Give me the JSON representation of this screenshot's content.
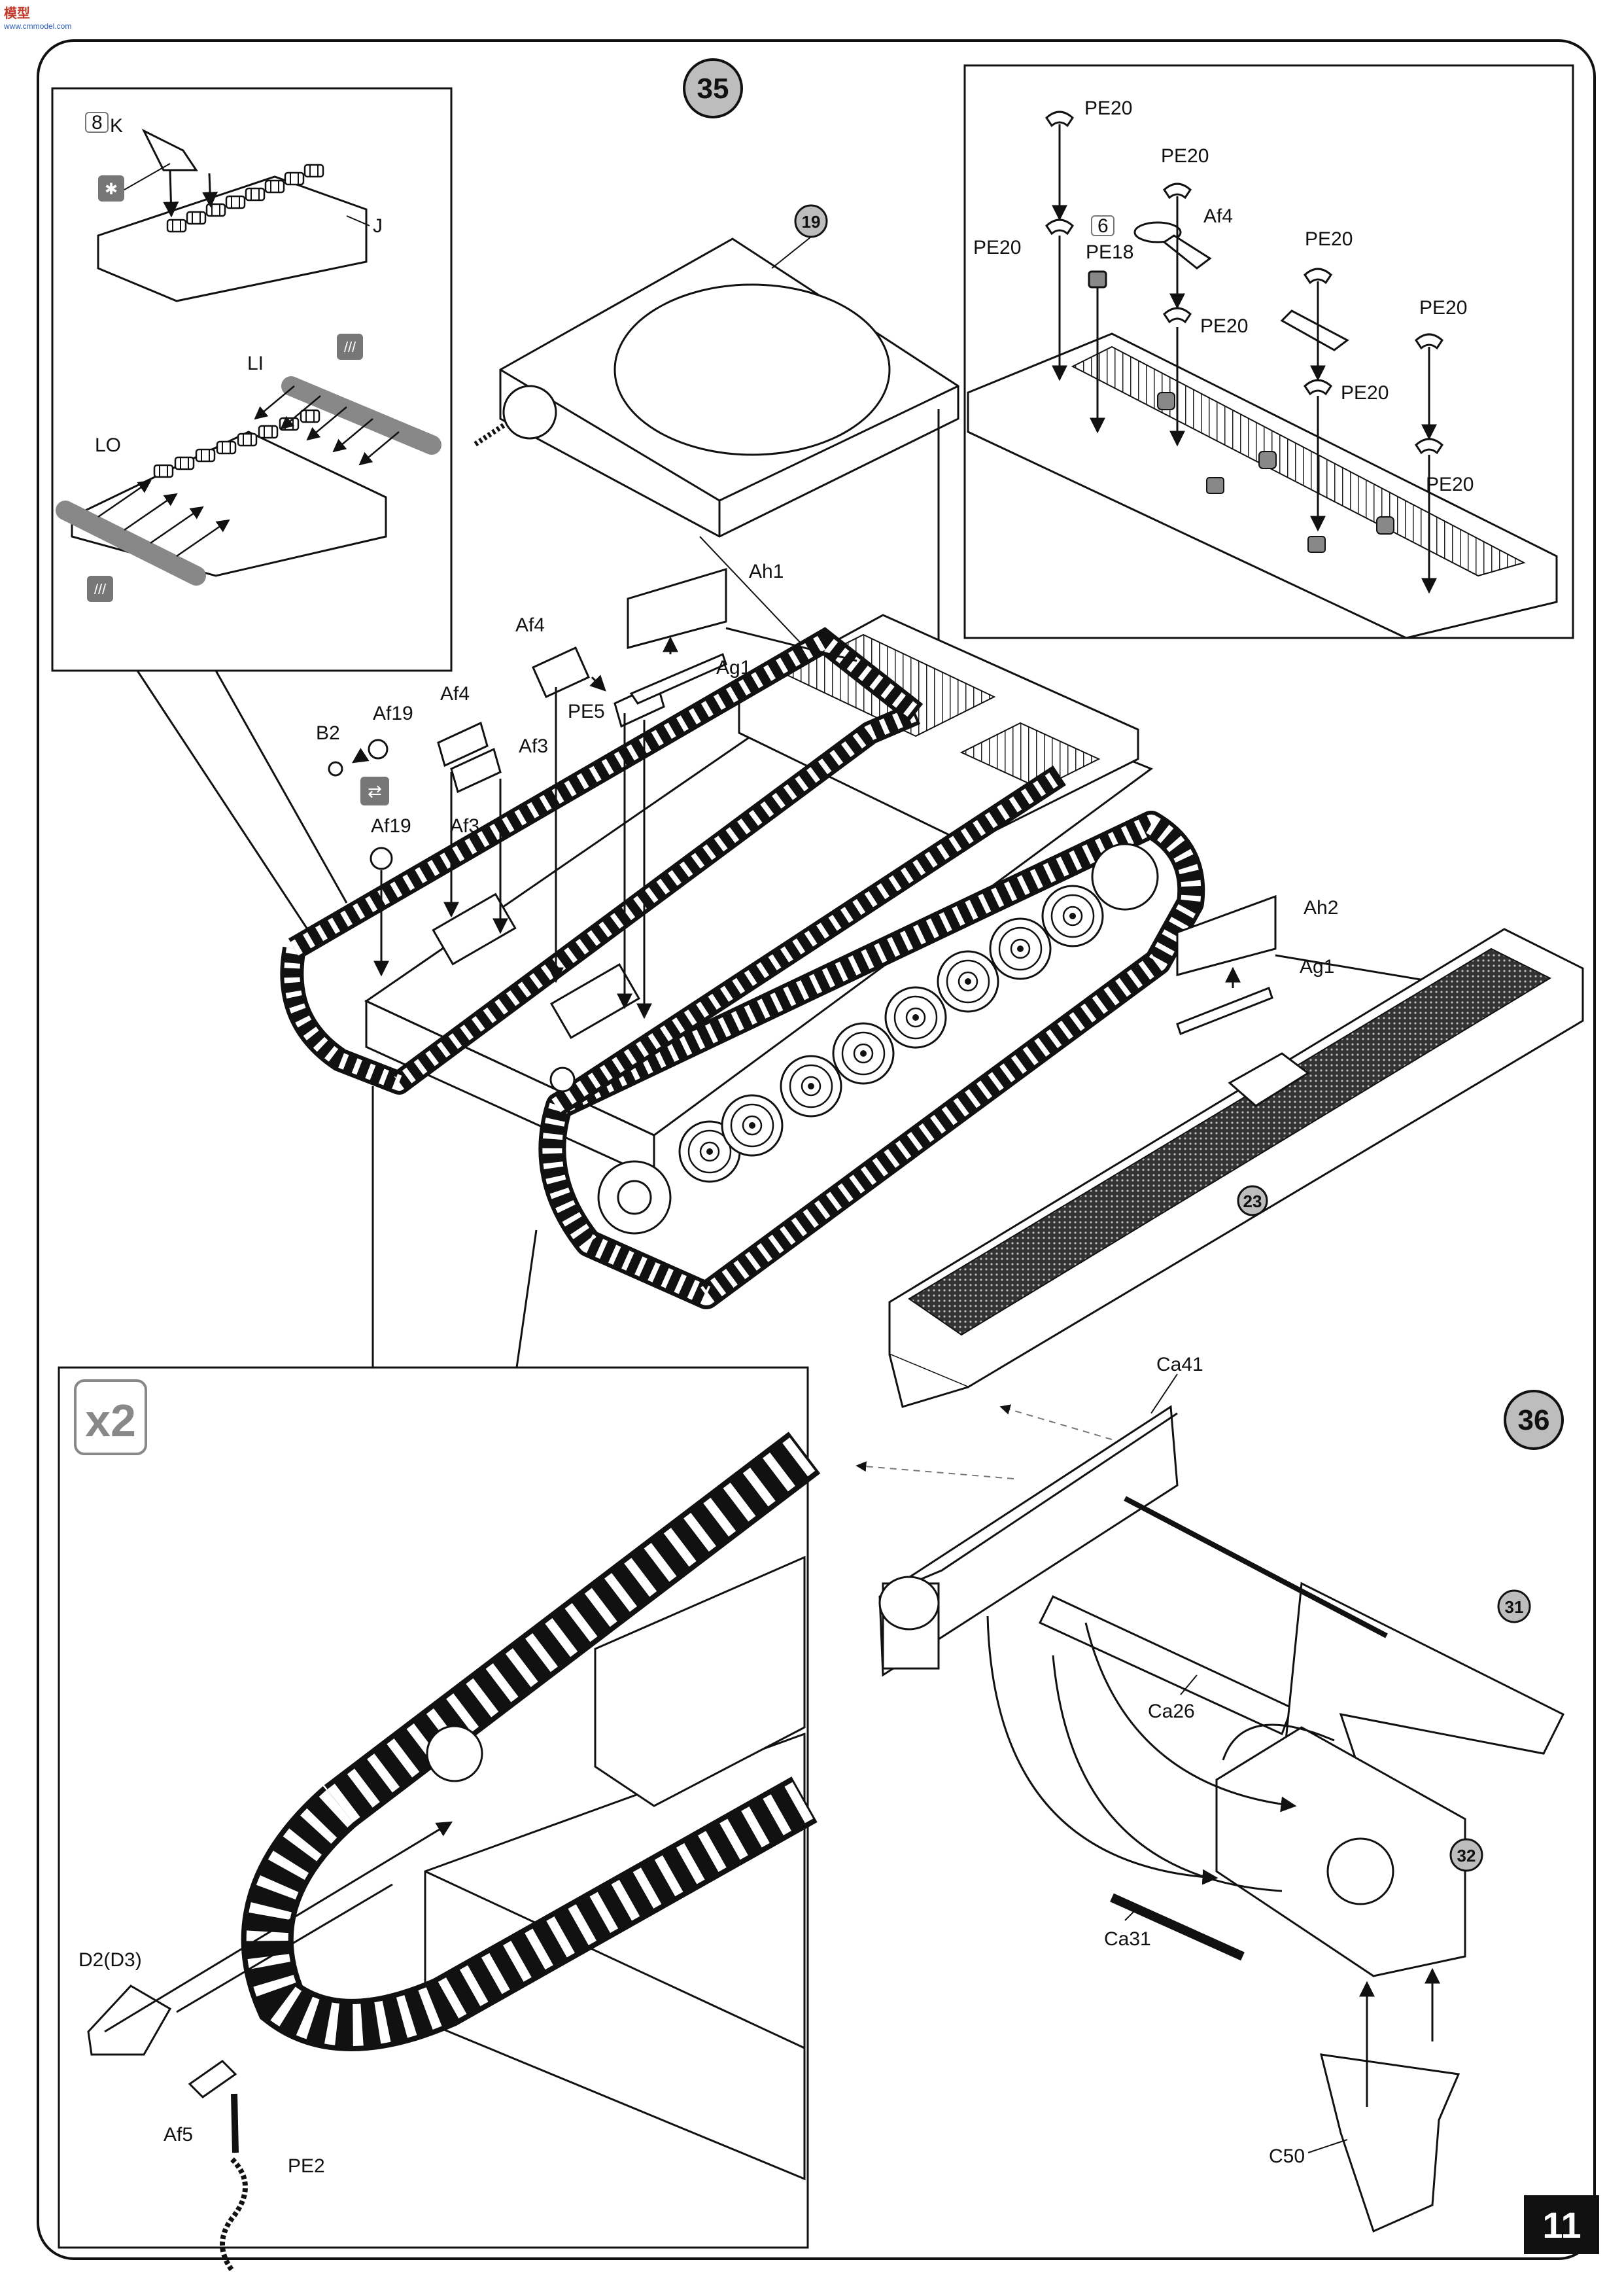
{
  "watermark": {
    "text": "模型",
    "sub": "www.cmmodel.com"
  },
  "page_number": "11",
  "steps": {
    "step_a": "35",
    "step_b": "36"
  },
  "sub_assemblies": {
    "turret_top": "19",
    "fender": "23",
    "mg_gun": "31",
    "mg_mount": "32"
  },
  "inset_multiplier": "x2",
  "callouts": {
    "K": "K",
    "J": "J",
    "LI": "LI",
    "LO": "LO",
    "PE20": "PE20",
    "PE18": "PE18",
    "Af4": "Af4",
    "Ah1": "Ah1",
    "Ah2": "Ah2",
    "Ag1": "Ag1",
    "PE5": "PE5",
    "Af3": "Af3",
    "Af19": "Af19",
    "B2": "B2",
    "Ca41": "Ca41",
    "Ca26": "Ca26",
    "Ca31": "Ca31",
    "C50": "C50",
    "D2D3": "D2(D3)",
    "Af5": "Af5",
    "PE2": "PE2"
  },
  "icons": {
    "count_8": "8",
    "count_6": "6",
    "glue_icon": "glue-icon",
    "flip_icon": "flip-icon",
    "hatch_icon": "hatch-icon"
  }
}
